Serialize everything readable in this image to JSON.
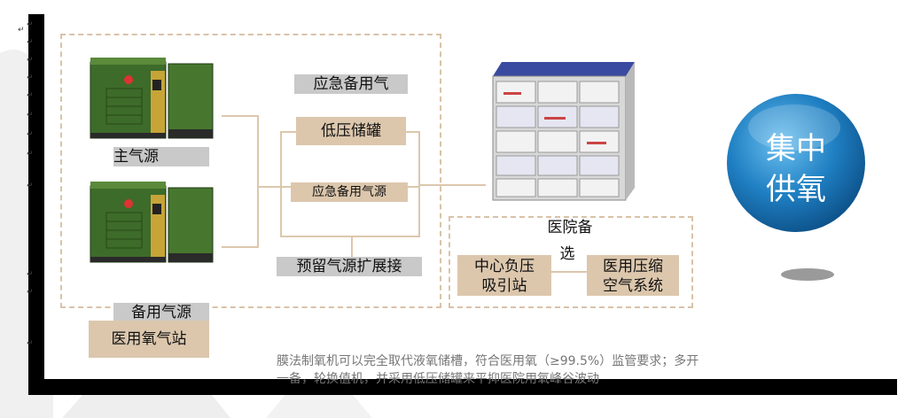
{
  "labels": {
    "emergency_gas": "应急备用气",
    "low_pressure_tank": "低压储罐",
    "main_source": "主气源",
    "emergency_source": "应急备用气源",
    "reserve_interface": "预留气源扩展接",
    "backup_source": "备用气源",
    "oxygen_station": "医用氧气站",
    "hospital_backup": "医院备",
    "optional": "选",
    "vacuum_station_1": "中心负压",
    "vacuum_station_2": "吸引站",
    "compressed_air_1": "医用压缩",
    "compressed_air_2": "空气系统"
  },
  "badge": {
    "line1": "集中",
    "line2": "供氧"
  },
  "footer": {
    "line1": "膜法制氧机可以完全取代液氧储槽，符合医用氧（≥99.5%）监管要求；多开",
    "line2": "一备，轮换值机，并采用低压储罐来平抑医院用氧峰谷波动"
  },
  "paragraph_mark": "↵",
  "colors": {
    "tan": "#dcc7ad",
    "gray_label": "#c9c9c9",
    "dashed_border": "#d9c3a8",
    "badge_blue": "#1f7fc2",
    "machine_green": "#3d6b2a",
    "frame_black": "#000000"
  }
}
